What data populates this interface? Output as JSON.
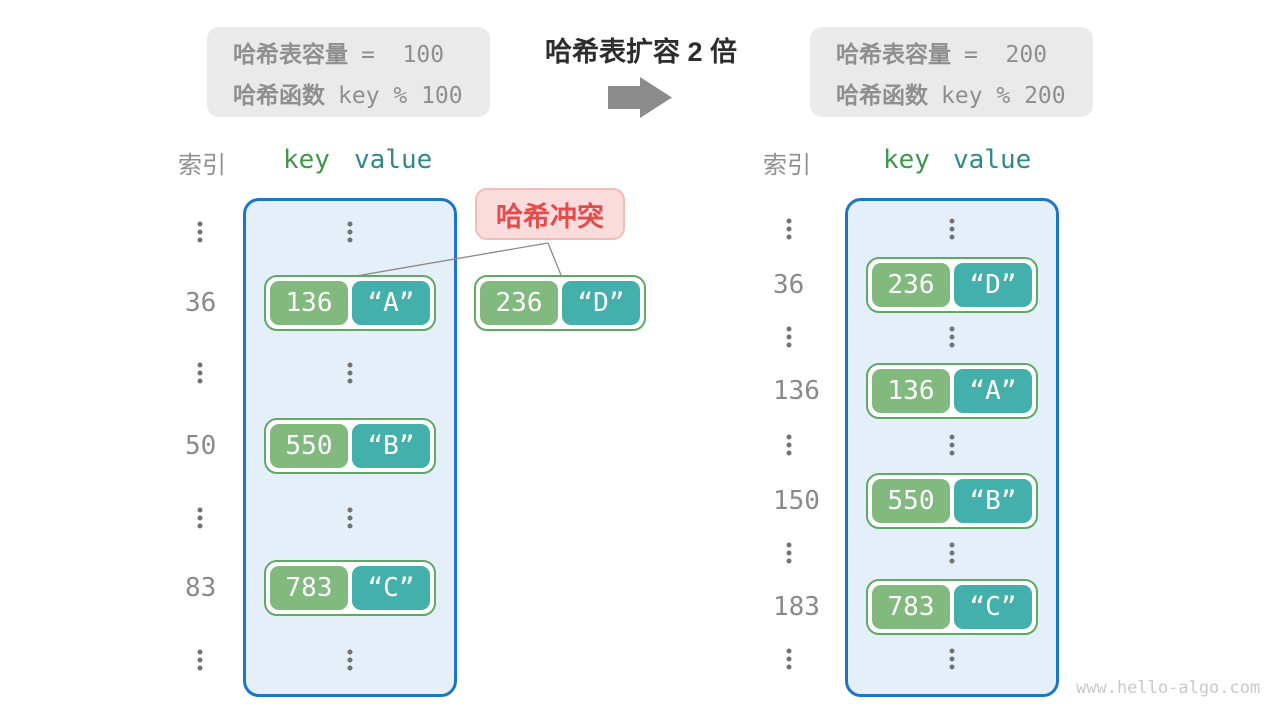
{
  "info_before": {
    "line1_label": "哈希表容量",
    "line1_value": "=  100",
    "line2_label": "哈希函数",
    "line2_value": "key % 100"
  },
  "info_after": {
    "line1_label": "哈希表容量",
    "line1_value": "=  200",
    "line2_label": "哈希函数",
    "line2_value": "key % 200"
  },
  "center": {
    "title": "哈希表扩容 2 倍",
    "collision_label": "哈希冲突",
    "collision_pair": {
      "key": "236",
      "value": "“D”"
    }
  },
  "headers": {
    "index": "索引",
    "key": "key",
    "value": "value"
  },
  "tables": {
    "before": {
      "rows": [
        {
          "type": "dots"
        },
        {
          "type": "pair",
          "index": "36",
          "key": "136",
          "value": "“A”"
        },
        {
          "type": "dots"
        },
        {
          "type": "pair",
          "index": "50",
          "key": "550",
          "value": "“B”"
        },
        {
          "type": "dots"
        },
        {
          "type": "pair",
          "index": "83",
          "key": "783",
          "value": "“C”"
        },
        {
          "type": "dots"
        }
      ]
    },
    "after": {
      "rows": [
        {
          "type": "dots"
        },
        {
          "type": "pair",
          "index": "36",
          "key": "236",
          "value": "“D”"
        },
        {
          "type": "dots"
        },
        {
          "type": "pair",
          "index": "136",
          "key": "136",
          "value": "“A”"
        },
        {
          "type": "dots"
        },
        {
          "type": "pair",
          "index": "150",
          "key": "550",
          "value": "“B”"
        },
        {
          "type": "dots"
        },
        {
          "type": "pair",
          "index": "183",
          "key": "783",
          "value": "“C”"
        },
        {
          "type": "dots"
        }
      ]
    }
  },
  "watermark": "www.hello-algo.com",
  "colors": {
    "gray_box": "#eaeaea",
    "gray_text": "#8f8f8f",
    "title_text": "#2d2d2d",
    "arrow": "#8c8c8c",
    "container_fill": "#e4eff9",
    "container_border": "#1c76c5",
    "pair_border": "#5fa966",
    "key_box": "#82b97e",
    "value_box": "#44b0ab",
    "key_text": "#3f9749",
    "value_text": "#2f8a87",
    "index_text": "#8a8a8a",
    "dots": "#737373",
    "collision_fill": "#fadcdc",
    "collision_border": "#f2bcbc",
    "collision_text": "#e44b4b",
    "connector_line": "#8a8a8a",
    "watermark": "#c9c9c9"
  }
}
